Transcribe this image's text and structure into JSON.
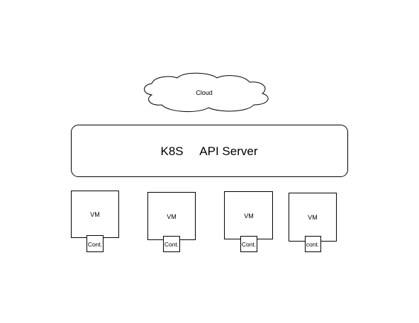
{
  "diagram": {
    "cloud": {
      "label": "Cloud"
    },
    "api_server": {
      "label": "K8S     API Server"
    },
    "vms": [
      {
        "label": "VM",
        "container_label": "Cont."
      },
      {
        "label": "VM",
        "container_label": "Cont."
      },
      {
        "label": "VM",
        "container_label": "Cont."
      },
      {
        "label": "VM",
        "container_label": "cont."
      }
    ]
  },
  "colors": {
    "stroke": "#000000",
    "fill": "#ffffff"
  }
}
